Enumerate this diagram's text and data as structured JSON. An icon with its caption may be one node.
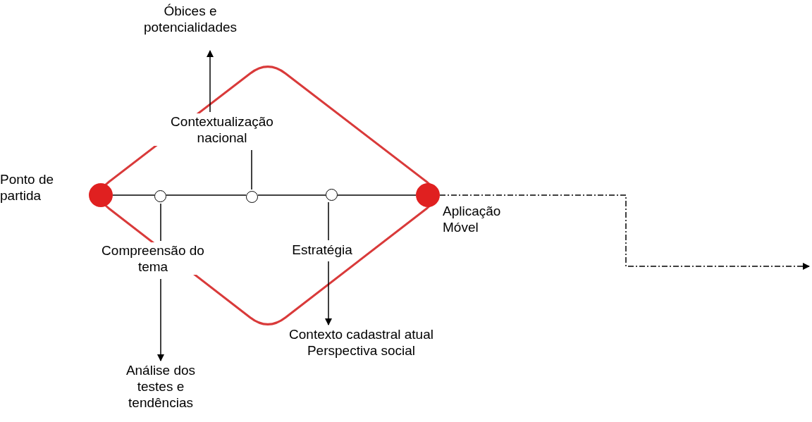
{
  "diagram": {
    "nodes": [
      {
        "text": [],
        "shape": "circle",
        "beside": [
          "Ponto de partida"
        ]
      },
      {
        "text": [],
        "shape": "circle"
      },
      {
        "text": [],
        "shape": "circle"
      },
      {
        "text": [],
        "shape": "circle"
      },
      {
        "text": [],
        "shape": "circle",
        "beside": [
          "Aplicação Móvel"
        ]
      },
      {
        "text": [
          "Compreensão do tema"
        ]
      },
      {
        "text": [
          "Análise dos testes e tendências"
        ]
      },
      {
        "text": [
          "Contextualização nacional"
        ]
      },
      {
        "text": [
          "Óbices e potencialidades"
        ]
      },
      {
        "text": [
          "Estratégia"
        ]
      },
      {
        "text": [
          "Contexto cadastral atual",
          "Perspectiva social"
        ]
      }
    ],
    "edges": [
      {
        "from": 0,
        "to": 1,
        "arrow": "none"
      },
      {
        "from": 1,
        "to": 2,
        "arrow": "none"
      },
      {
        "from": 2,
        "to": 3,
        "arrow": "none"
      },
      {
        "from": 3,
        "to": 4,
        "arrow": "none"
      },
      {
        "from": 1,
        "to": 5,
        "arrow": "none"
      },
      {
        "from": 5,
        "to": 6,
        "arrow": "to"
      },
      {
        "from": 2,
        "to": 7,
        "arrow": "none"
      },
      {
        "from": 7,
        "to": 8,
        "arrow": "to"
      },
      {
        "from": 3,
        "to": 9,
        "arrow": "none"
      },
      {
        "from": 9,
        "to": 10,
        "arrow": "to"
      },
      {
        "from": 4,
        "to": null,
        "arrow": "to",
        "style": "dashed"
      }
    ]
  }
}
